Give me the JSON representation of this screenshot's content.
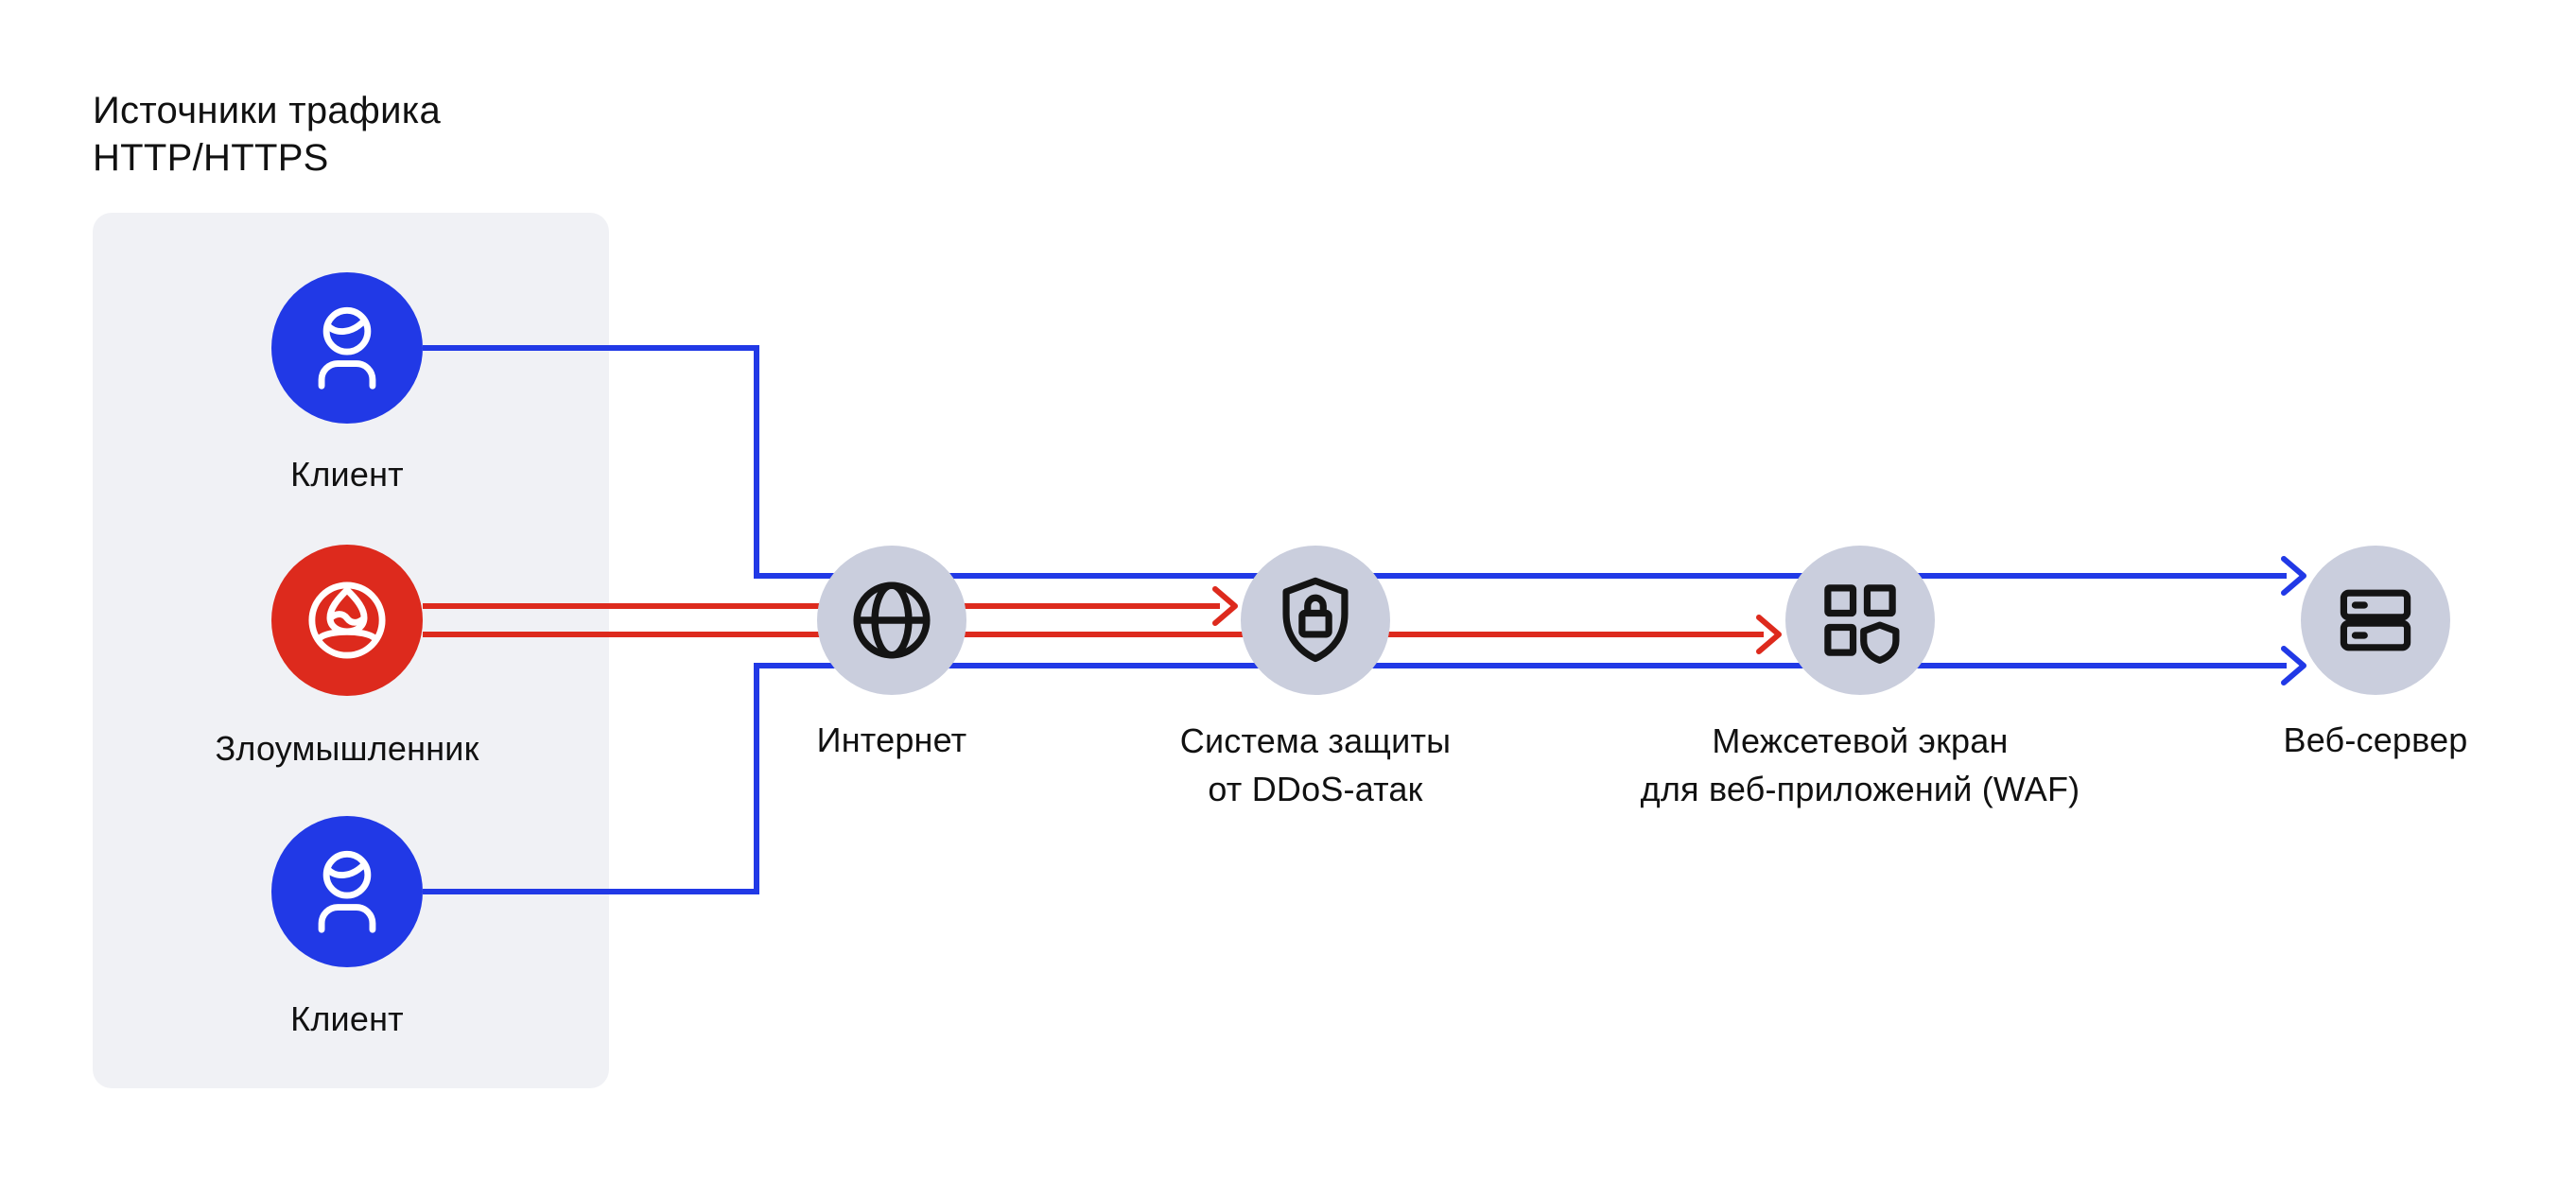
{
  "title": "Источники трафика\nHTTP/HTTPS",
  "colors": {
    "client_blue": "#2139E6",
    "attacker_red": "#DD2A1D",
    "node_gray": "#CACEDD",
    "panel_gray": "#F0F1F5",
    "text": "#111111",
    "icon_stroke_dark": "#141414",
    "icon_stroke_light": "#FFFFFF",
    "background": "#FFFFFF"
  },
  "source_nodes": [
    {
      "id": "client-top",
      "label": "Клиент",
      "icon": "person-icon",
      "color": "#2139E6"
    },
    {
      "id": "attacker",
      "label": "Злоумышленник",
      "icon": "masked-person-icon",
      "color": "#DD2A1D"
    },
    {
      "id": "client-bottom",
      "label": "Клиент",
      "icon": "person-icon",
      "color": "#2139E6"
    }
  ],
  "pipeline_nodes": [
    {
      "id": "internet",
      "label": "Интернет",
      "icon": "globe-icon"
    },
    {
      "id": "ddos-protection",
      "label": "Система защиты\nот DDoS-атак",
      "icon": "shield-lock-icon"
    },
    {
      "id": "waf",
      "label": "Межсетевой экран\nдля веб-приложений (WAF)",
      "icon": "grid-shield-icon"
    },
    {
      "id": "web-server",
      "label": "Веб-сервер",
      "icon": "server-icon"
    }
  ],
  "flows": [
    {
      "from": "client-top",
      "to": "web-server",
      "color": "blue"
    },
    {
      "from": "client-bottom",
      "to": "web-server",
      "color": "blue"
    },
    {
      "from": "attacker",
      "to": "ddos-protection",
      "color": "red"
    },
    {
      "from": "attacker",
      "to": "waf",
      "color": "red"
    }
  ]
}
